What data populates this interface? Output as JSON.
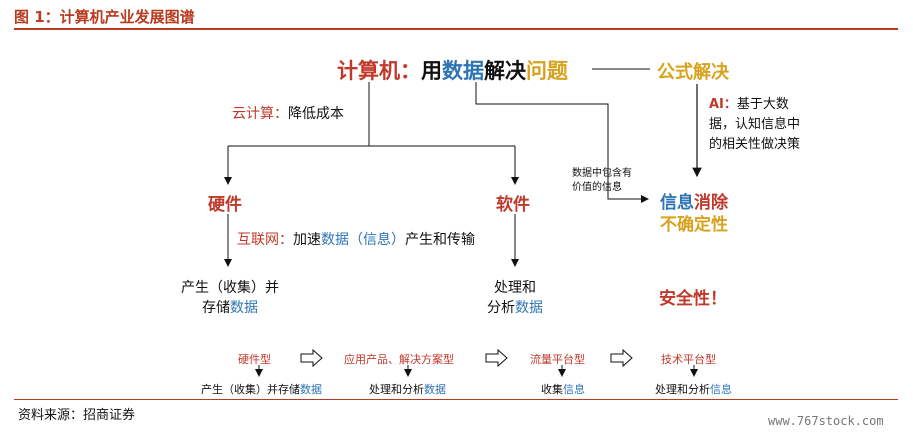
{
  "figure": {
    "title": "图 1：计算机产业发展图谱"
  },
  "top": {
    "pre": "计算机：",
    "w1": "用",
    "w2": "数据",
    "w3": "解决",
    "w4": "问题",
    "formula": "公式解决"
  },
  "ai": {
    "prefix": "AI：",
    "text": "基于大数据，认知信息中的相关性做决策"
  },
  "cloud": {
    "label": "云计算：",
    "text": "降低成本"
  },
  "hardware": "硬件",
  "software": "软件",
  "info_note": [
    "数据中包含有",
    "价值的信息"
  ],
  "info_elim": {
    "a": "信息",
    "b": "消除",
    "c": "不确定性"
  },
  "internet": {
    "label": "互联网：",
    "text1": "加速",
    "text2": "数据（信息）",
    "text3": "产生和传输"
  },
  "storage": {
    "line1": "产生（收集）并",
    "line2a": "存储",
    "line2b": "数据"
  },
  "analysis": {
    "line1": "处理和",
    "line2a": "分析",
    "line2b": "数据"
  },
  "security": "安全性！",
  "stages": [
    {
      "title": "硬件型",
      "desc_a": "产生（收集）并存储",
      "desc_b": "数据"
    },
    {
      "title": "应用产品、解决方案型",
      "desc_a": "处理和分析",
      "desc_b": "数据"
    },
    {
      "title": "流量平台型",
      "desc_a": "收集",
      "desc_b": "信息"
    },
    {
      "title": "技术平台型",
      "desc_a": "处理和分析",
      "desc_b": "信息"
    }
  ],
  "source": "资料来源：招商证券",
  "watermark": "www.767stock.com",
  "colors": {
    "accent_red": "#c0392b",
    "data_blue": "#2e74b5",
    "gold": "#d9a21e",
    "rule": "#b83a1f"
  }
}
